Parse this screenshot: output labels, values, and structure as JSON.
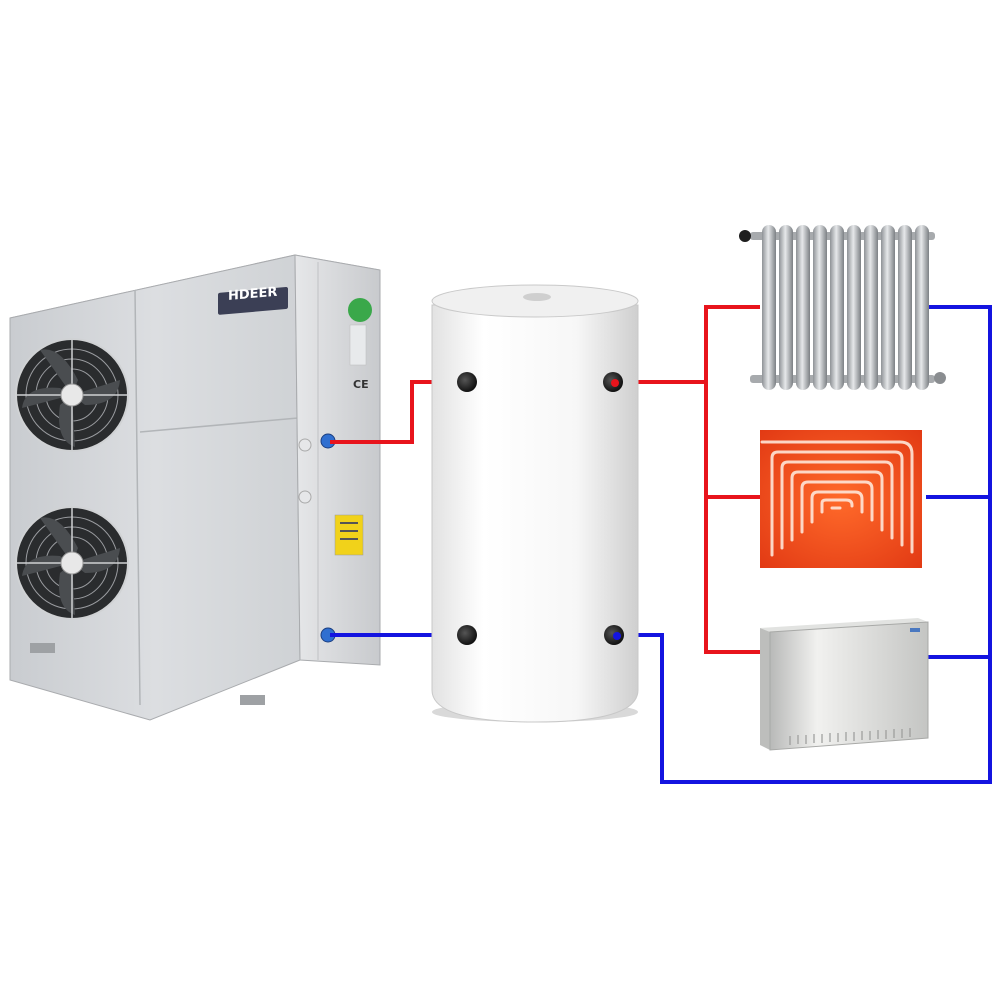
{
  "heat_pump": {
    "brand": "HDEER",
    "mark": "CE"
  },
  "colors": {
    "supply_pipe": "#e8141c",
    "return_pipe": "#1414e0",
    "unit_body": "#d7d9dc",
    "tank_body": "#f4f4f4",
    "floor_heating": "#f2451a"
  },
  "components": [
    {
      "id": "heat-pump-unit",
      "icon": "air-source-heat-pump-icon"
    },
    {
      "id": "buffer-tank",
      "icon": "buffer-tank-icon"
    },
    {
      "id": "radiator",
      "icon": "radiator-icon"
    },
    {
      "id": "floor-heating",
      "icon": "underfloor-heating-icon"
    },
    {
      "id": "fan-coil",
      "icon": "fan-coil-unit-icon"
    }
  ]
}
